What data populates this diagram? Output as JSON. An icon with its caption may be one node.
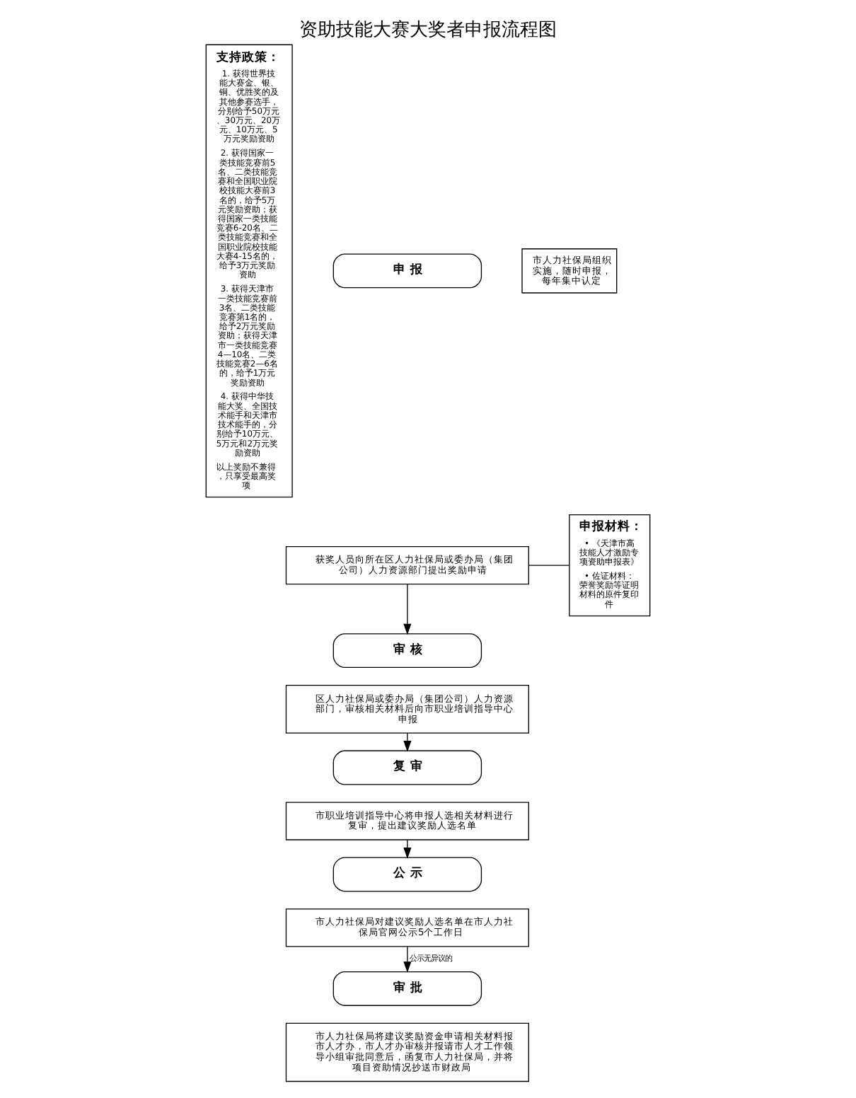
{
  "diagram": {
    "title": "资助技能大赛大奖者申报流程图",
    "nodes": [
      {
        "text": [
          "支持政策：",
          "1. 获得世界技能大赛金、银、铜、优胜奖的及其他参赛选手，分别给予50万元、30万元、20万元、10万元、5万元奖励资助",
          "2. 获得国家一类技能竞赛前5名、二类技能竞赛和全国职业院校技能大赛前3名的，给予5万元奖励资助；获得国家一类技能竞赛6-20名、二类技能竞赛和全国职业院校技能大赛4-15名的，给予3万元奖励资助",
          "3. 获得天津市一类技能竞赛前3名、二类技能竞赛第1名的，给予2万元奖励资助；获得天津市一类技能竞赛4—10名、二类技能竞赛2—6名的，给予1万元奖励资助",
          "4. 获得中华技能大奖、全国技术能手和天津市技术能手的，分别给予10万元、5万元和2万元奖励资助",
          "以上奖励不兼得，只享受最高奖项"
        ]
      },
      {
        "text": [
          "申 报"
        ]
      },
      {
        "text": [
          "获奖人员向所在区人力社保局或委办局（集团公司）人力资源部门提出奖励申请"
        ]
      },
      {
        "text": [
          "审 核"
        ]
      },
      {
        "text": [
          "区人力社保局或委办局（集团公司）人力资源部门，审核相关材料后向市职业培训指导中心申报"
        ]
      },
      {
        "text": [
          "复 审"
        ]
      },
      {
        "text": [
          "市职业培训指导中心将申报人选相关材料进行复审，提出建议奖励人选名单"
        ]
      },
      {
        "text": [
          "公 示"
        ]
      },
      {
        "text": [
          "市人力社保局对建议奖励人选名单在市人力社保局官网公示5个工作日"
        ]
      },
      {
        "text": [
          "审 批"
        ]
      },
      {
        "text": [
          "市人力社保局将建议奖励资金申请相关材料报市人才办，市人才办审核并报请市人才工作领导小组审批同意后，函复市人力社保局，并将项目资助情况抄送市财政局"
        ]
      },
      {
        "text": [
          "市人力社保局组织实施，随时申报，每年集中认定"
        ]
      },
      {
        "text": [
          "申报材料：",
          "• 《天津市高技能人才激励专项资助申报表》",
          "• 佐证材料：荣誉奖励等证明材料的原件复印件"
        ]
      }
    ],
    "edges": [
      {
        "from": 2,
        "to": 3,
        "arrow": "to"
      },
      {
        "from": 4,
        "to": 5,
        "arrow": "to"
      },
      {
        "from": 6,
        "to": 7,
        "arrow": "to"
      },
      {
        "from": 8,
        "to": 9,
        "arrow": "to",
        "label": "公示无异议的"
      },
      {
        "from": 2,
        "to": 12,
        "arrow": "none"
      }
    ]
  }
}
